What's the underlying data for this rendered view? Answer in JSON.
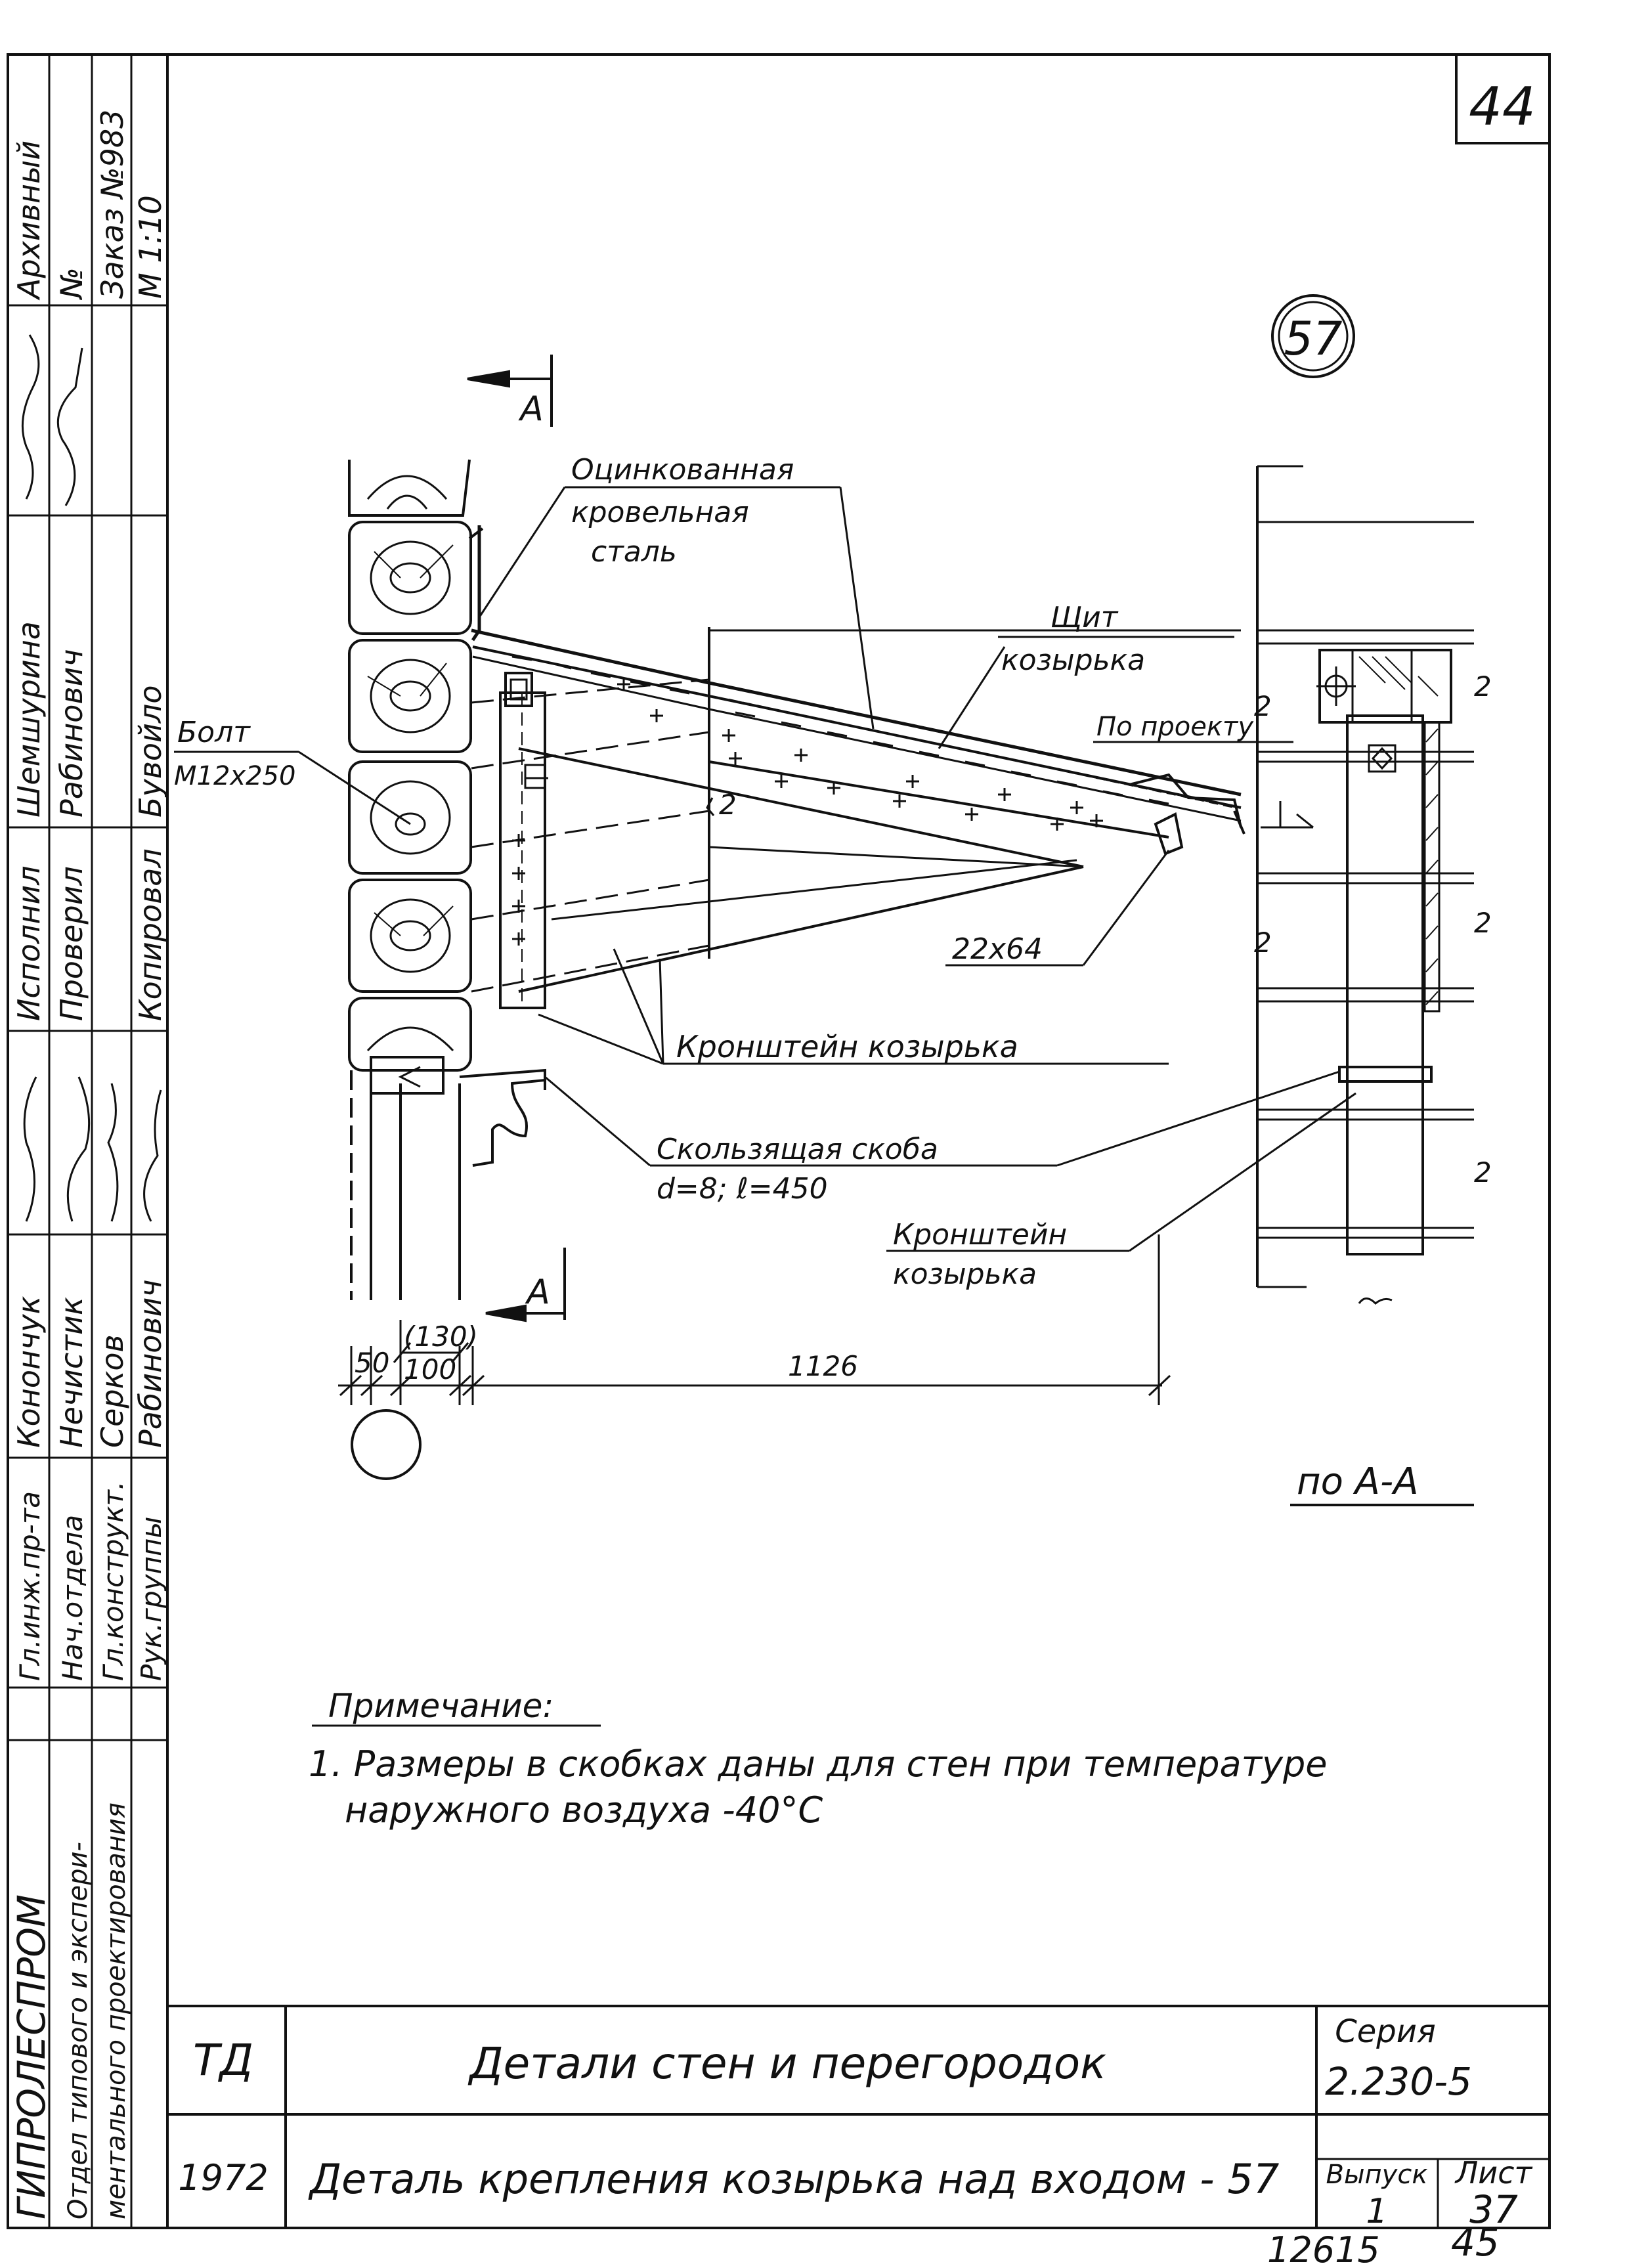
{
  "sheet_number_top": "44",
  "detail_mark": "57",
  "section_mark": "A",
  "section_view_label": "по А-А",
  "labels": {
    "roof_steel_1": "Оцинкованная",
    "roof_steel_2": "кровельная",
    "roof_steel_3": "сталь",
    "shield_1": "Щит",
    "shield_2": "козырька",
    "by_project": "По проекту",
    "bolt_1": "Болт",
    "bolt_2": "М12х250",
    "timber": "22х64",
    "bracket_main": "Кронштейн козырька",
    "clip_1": "Скользящая скоба",
    "clip_2": "d=8; ℓ=450",
    "bracket_2_1": "Кронштейн",
    "bracket_2_2": "козырька",
    "mark_z": "2"
  },
  "dimensions": {
    "d50": "50",
    "d130": "(130)",
    "d100": "100",
    "d1126": "1126"
  },
  "note": {
    "title": "Примечание:",
    "line1": "1. Размеры в скобках даны для стен при температуре",
    "line2": "наружного воздуха -40°С"
  },
  "sidebar": {
    "archive_1": "Архивный",
    "archive_2": "№",
    "order": "Заказ №983",
    "scale": "М 1:10",
    "names_col1": [
      "Шемшурина",
      "Рабинович",
      "Бувойло"
    ],
    "roles_col1": [
      "Исполнил",
      "Проверил",
      "Копировал"
    ],
    "names_col2": [
      "Конончук",
      "Нечистик",
      "Серков",
      "Рабинович"
    ],
    "roles_col2": [
      "Гл.инж.пр-та",
      "Нач.отдела",
      "Гл.конструкт.",
      "Рук.группы"
    ],
    "org": "ГИПРОЛЕСПРОМ",
    "dept_1": "Отдел типового и экспери-",
    "dept_2": "ментального проектирования"
  },
  "title_block": {
    "td": "ТД",
    "year": "1972",
    "title_1": "Детали стен и перегородок",
    "title_2": "Деталь крепления козырька над входом - 57",
    "series_label": "Серия",
    "series_value": "2.230-5",
    "issue_label": "Выпуск",
    "issue_value": "1",
    "sheet_label": "Лист",
    "sheet_value": "37"
  },
  "footer": {
    "code": "12615",
    "page": "45"
  }
}
